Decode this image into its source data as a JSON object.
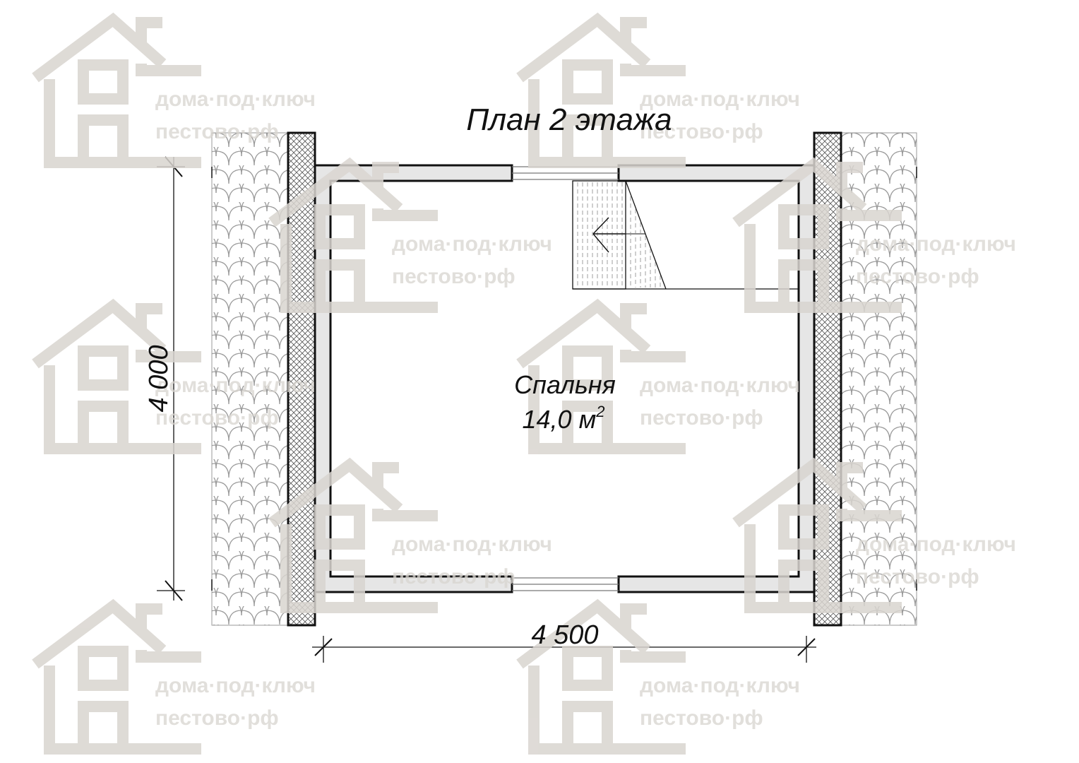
{
  "title": "План 2 этажа",
  "room": {
    "name": "Спальня",
    "area_value": "14,0 м",
    "area_sup": "2"
  },
  "dimensions": {
    "width": "4 500",
    "height": "4 000"
  },
  "watermark": {
    "line1": "дома·под·ключ",
    "line2": "пестово·рф",
    "icon": "house-logo-icon",
    "color": "#d9d5d0"
  },
  "colors": {
    "wall_fill": "#e6e6e6",
    "line": "#111111"
  }
}
